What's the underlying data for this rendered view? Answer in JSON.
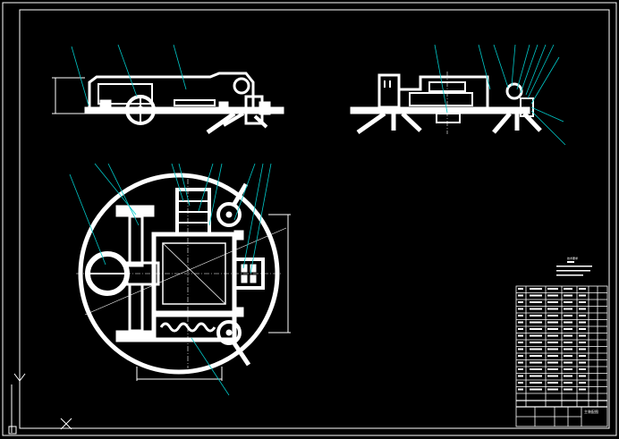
{
  "drawing": {
    "background": "#000000",
    "line_color": "#ffffff",
    "leader_color": "#00c8c8",
    "ucs_axis_y": "Y",
    "ucs_axis_x": "X"
  },
  "views": [
    "front-view",
    "side-view",
    "top-view"
  ],
  "title_block": {
    "rows": 16,
    "drawing_name": "主装配图"
  },
  "tech_notes": {
    "heading": "技术要求"
  }
}
